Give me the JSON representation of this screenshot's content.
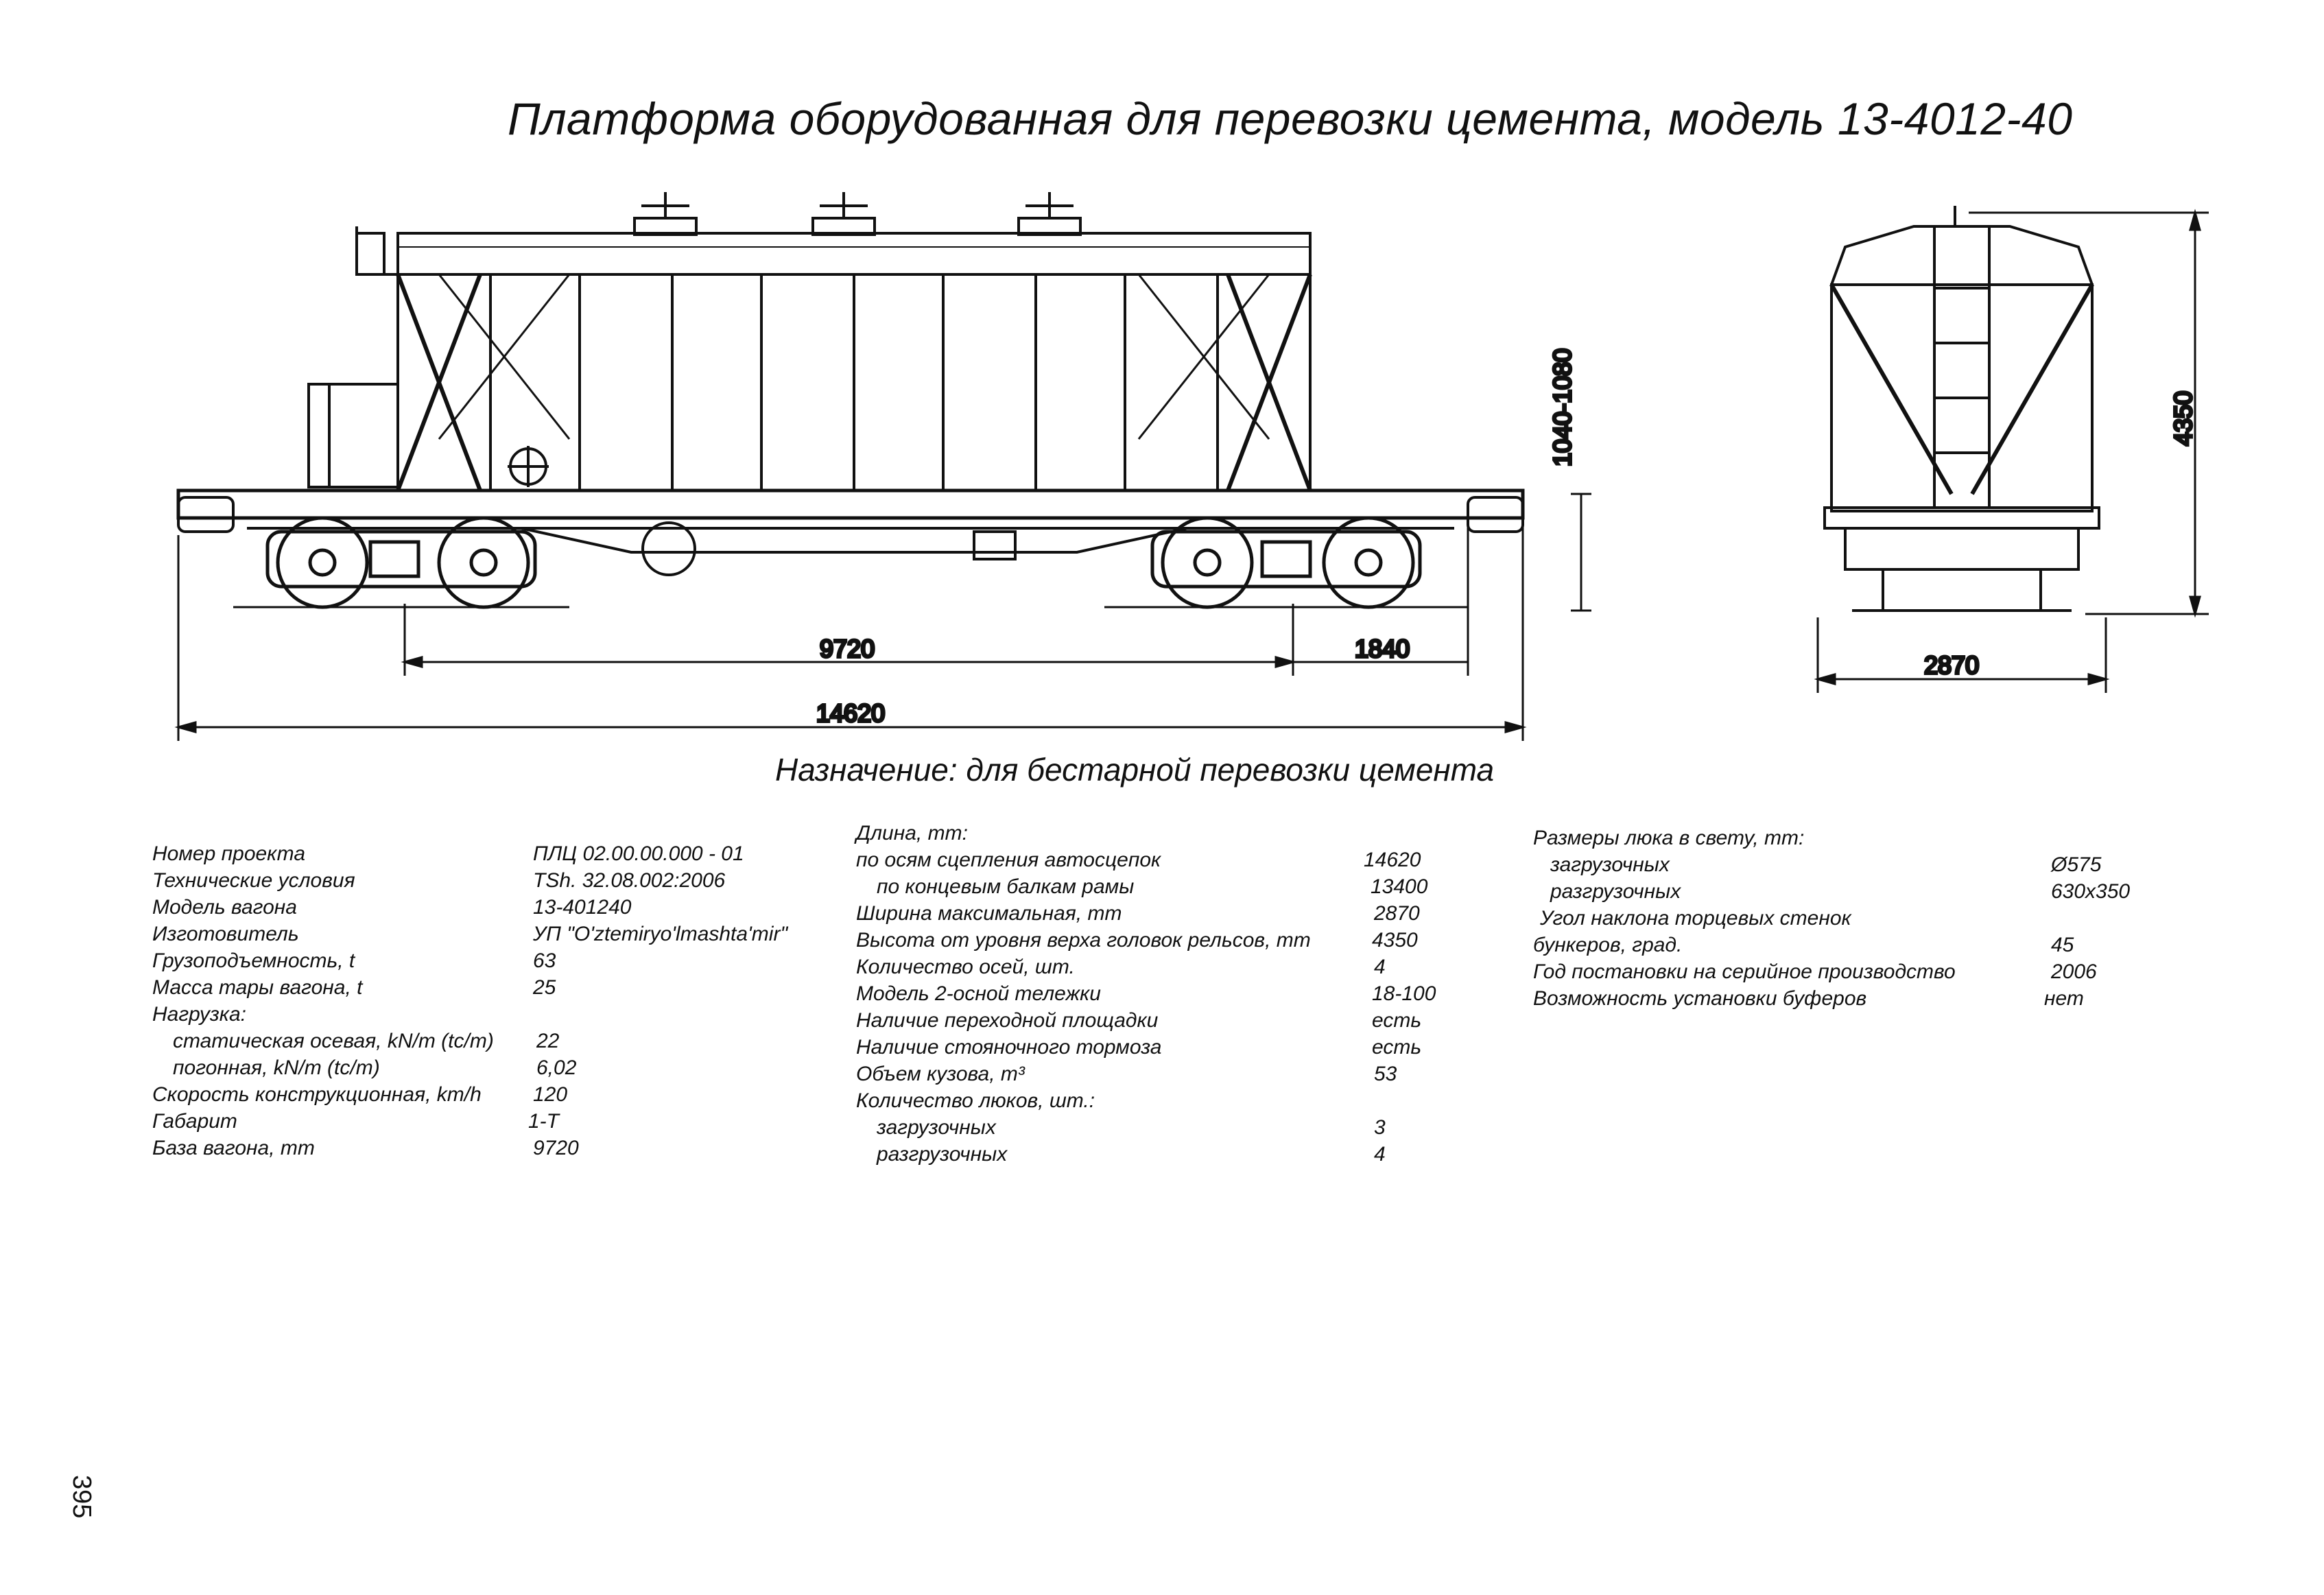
{
  "title": "Платформа оборудованная для перевозки цемента, модель 13-4012-40",
  "purpose": "Назначение: для бестарной перевозки цемента",
  "dimensions": {
    "base": "9720",
    "overhang": "1840",
    "length": "14620",
    "height_frame": "1040-1080",
    "height_total": "4350",
    "width": "2870"
  },
  "specs_col1": [
    {
      "label": "Номер проекта",
      "value": "ПЛЦ 02.00.00.000 - 01"
    },
    {
      "label": "Технические условия",
      "value": "TSh. 32.08.002:2006"
    },
    {
      "label": "Модель вагона",
      "value": "13-401240"
    },
    {
      "label": "Изготовитель",
      "value": "УП \"O'ztemiryo'lmashta'mir\""
    },
    {
      "label": "Грузоподъемность, t",
      "value": "63"
    },
    {
      "label": "Масса тары вагона, t",
      "value": "25"
    },
    {
      "label": "Нагрузка:",
      "value": ""
    },
    {
      "label": "статическая осевая, kN/m (tc/m)",
      "value": "22"
    },
    {
      "label": "погонная, kN/m (tc/m)",
      "value": "6,02"
    },
    {
      "label": "Скорость конструкционная, km/h",
      "value": "120"
    },
    {
      "label": "Габарит",
      "value": "1-T"
    },
    {
      "label": "База вагона, mm",
      "value": "9720"
    }
  ],
  "specs_col2": [
    {
      "label": "Длина, mm:",
      "value": ""
    },
    {
      "label": "по осям сцепления автосцепок",
      "value": "14620"
    },
    {
      "label": "по концевым балкам рамы",
      "value": "13400"
    },
    {
      "label": "Ширина максимальная, mm",
      "value": "2870"
    },
    {
      "label": "Высота от уровня верха головок рельсов, mm",
      "value": "4350"
    },
    {
      "label": "Количество осей, шт.",
      "value": "4"
    },
    {
      "label": "Модель 2-осной тележки",
      "value": "18-100"
    },
    {
      "label": "Наличие переходной площадки",
      "value": "есть"
    },
    {
      "label": "Наличие стояночного тормоза",
      "value": "есть"
    },
    {
      "label": "Объем кузова, m³",
      "value": "53"
    },
    {
      "label": "Количество люков, шт.:",
      "value": ""
    },
    {
      "label": "загрузочных",
      "value": "3"
    },
    {
      "label": "разгрузочных",
      "value": "4"
    }
  ],
  "specs_col3": [
    {
      "label": "Размеры люка в свету, mm:",
      "value": ""
    },
    {
      "label": "загрузочных",
      "value": "Ø575"
    },
    {
      "label": "разгрузочных",
      "value": "630x350"
    },
    {
      "label": "Угол наклона торцевых стенок",
      "value": ""
    },
    {
      "label": "бункеров, град.",
      "value": "45"
    },
    {
      "label": "Год постановки на серийное производство",
      "value": "2006"
    },
    {
      "label": "Возможность установки буферов",
      "value": "нет"
    }
  ],
  "page_number": "395"
}
